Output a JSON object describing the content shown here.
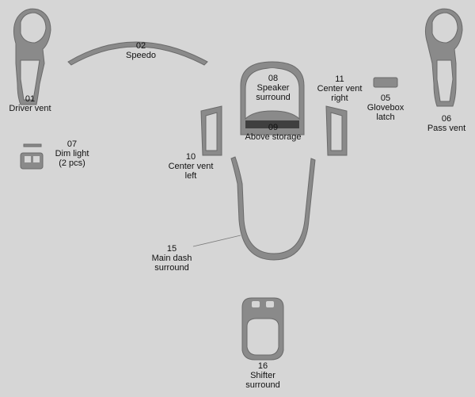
{
  "colors": {
    "background": "#d6d6d6",
    "part_fill": "#8a8a8a",
    "part_outline": "#6a6a6a",
    "text": "#111111"
  },
  "parts": {
    "p01": {
      "num": "01",
      "name": "Driver vent"
    },
    "p02": {
      "num": "02",
      "name": "Speedo"
    },
    "p05": {
      "num": "05",
      "name_l1": "Glovebox",
      "name_l2": "latch"
    },
    "p06": {
      "num": "06",
      "name": "Pass vent"
    },
    "p07": {
      "num": "07",
      "name_l1": "Dim light",
      "name_l2": "(2 pcs)"
    },
    "p08": {
      "num": "08",
      "name_l1": "Speaker",
      "name_l2": "surround"
    },
    "p09": {
      "num": "09",
      "name": "Above storage"
    },
    "p10": {
      "num": "10",
      "name_l1": "Center vent",
      "name_l2": "left"
    },
    "p11": {
      "num": "11",
      "name_l1": "Center vent",
      "name_l2": "right"
    },
    "p15": {
      "num": "15",
      "name_l1": "Main dash",
      "name_l2": "surround"
    },
    "p16": {
      "num": "16",
      "name_l1": "Shifter",
      "name_l2": "surround"
    }
  }
}
